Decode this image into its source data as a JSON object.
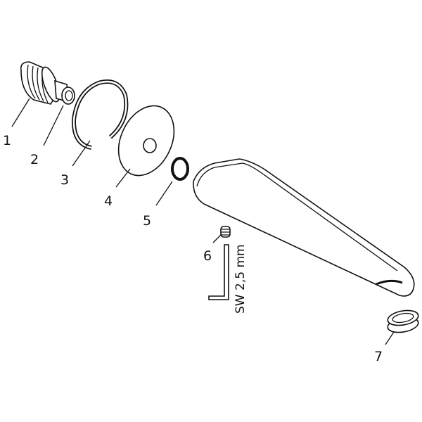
{
  "callouts": [
    "1",
    "2",
    "3",
    "4",
    "5",
    "6",
    "7"
  ],
  "wrench_label": "SW 2,5 mm"
}
